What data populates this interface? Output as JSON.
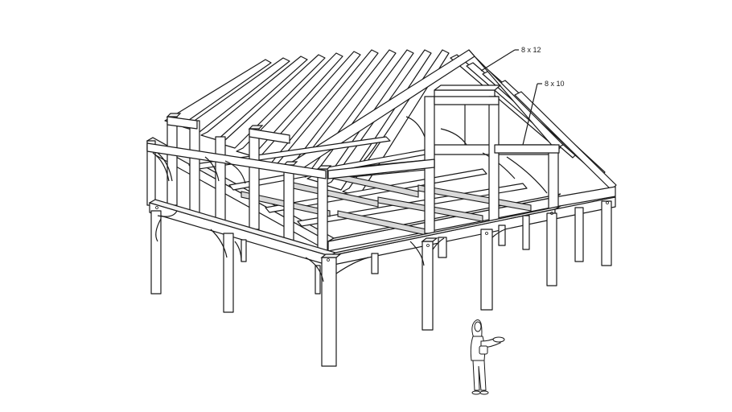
{
  "annotations": [
    {
      "id": "ridge-beam",
      "label": "8 x 12"
    },
    {
      "id": "post",
      "label": "8 x 10"
    }
  ],
  "colors": {
    "background": "#ffffff",
    "line": "#1a1a1a",
    "timber_face": "#ffffff",
    "timber_shade": "#d9d9d9"
  },
  "icons": [
    "timber-frame-drawing",
    "person-figure"
  ]
}
